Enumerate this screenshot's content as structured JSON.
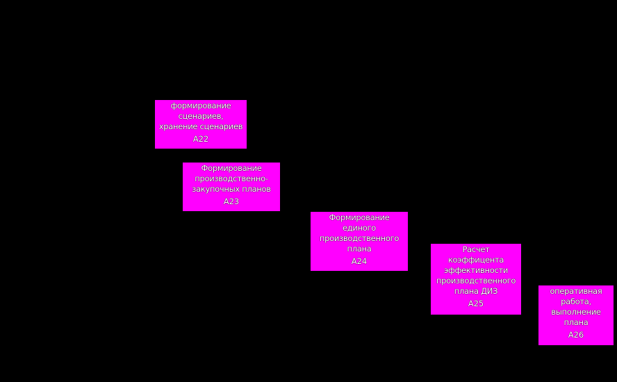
{
  "colors": {
    "background": "#000000",
    "box": "#ff00ff"
  },
  "boxes": [
    {
      "label": "формирование\nсценариев,\nхранение сценариев",
      "code": "A22"
    },
    {
      "label": "Формирование\nпроизводственно-\nзакупочных планов",
      "code": "A23"
    },
    {
      "label": "Формирование\nединого\nпроизводственного\nплана",
      "code": "A24"
    },
    {
      "label": "Расчет\nкоэффицента\nэффективности\nпроизводственного\nплана ДИЗ",
      "code": "A25"
    },
    {
      "label": "оперативная\nработа,\nвыполнение\nплана",
      "code": "A26"
    }
  ]
}
